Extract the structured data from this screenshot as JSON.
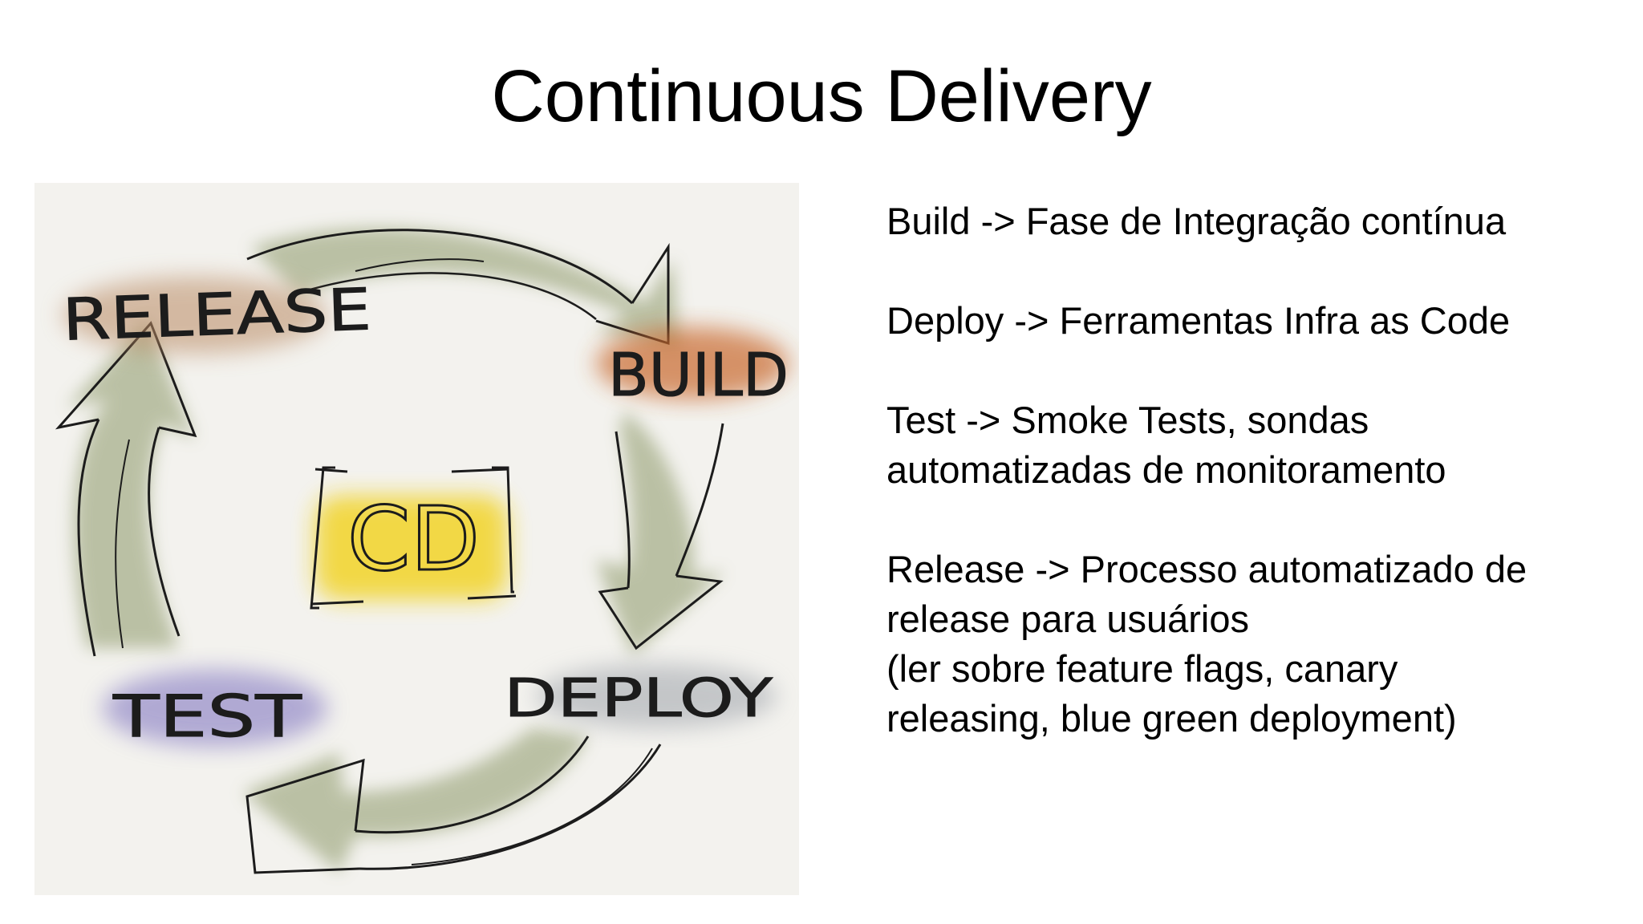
{
  "slide": {
    "title": "Continuous Delivery"
  },
  "diagram": {
    "center_label": "CD",
    "stages": [
      {
        "id": "release",
        "label": "RELEASE",
        "color": "#b98a63"
      },
      {
        "id": "build",
        "label": "BUILD",
        "color": "#c9692e"
      },
      {
        "id": "deploy",
        "label": "DEPLOY",
        "color": "#9ea3aa"
      },
      {
        "id": "test",
        "label": "TEST",
        "color": "#8479c2"
      }
    ],
    "center_color": "#f2d21f",
    "arrow_color": "#a8b08c",
    "background_color": "#f3f2ee"
  },
  "notes": [
    {
      "lines": [
        "Build -> Fase de Integração contínua"
      ]
    },
    {
      "lines": [
        "Deploy -> Ferramentas Infra as Code"
      ]
    },
    {
      "lines": [
        "Test -> Smoke Tests, sondas",
        "automatizadas de monitoramento"
      ]
    },
    {
      "lines": [
        "Release -> Processo automatizado de",
        "release para usuários",
        "(ler sobre feature flags, canary",
        "releasing, blue green deployment)"
      ]
    }
  ]
}
